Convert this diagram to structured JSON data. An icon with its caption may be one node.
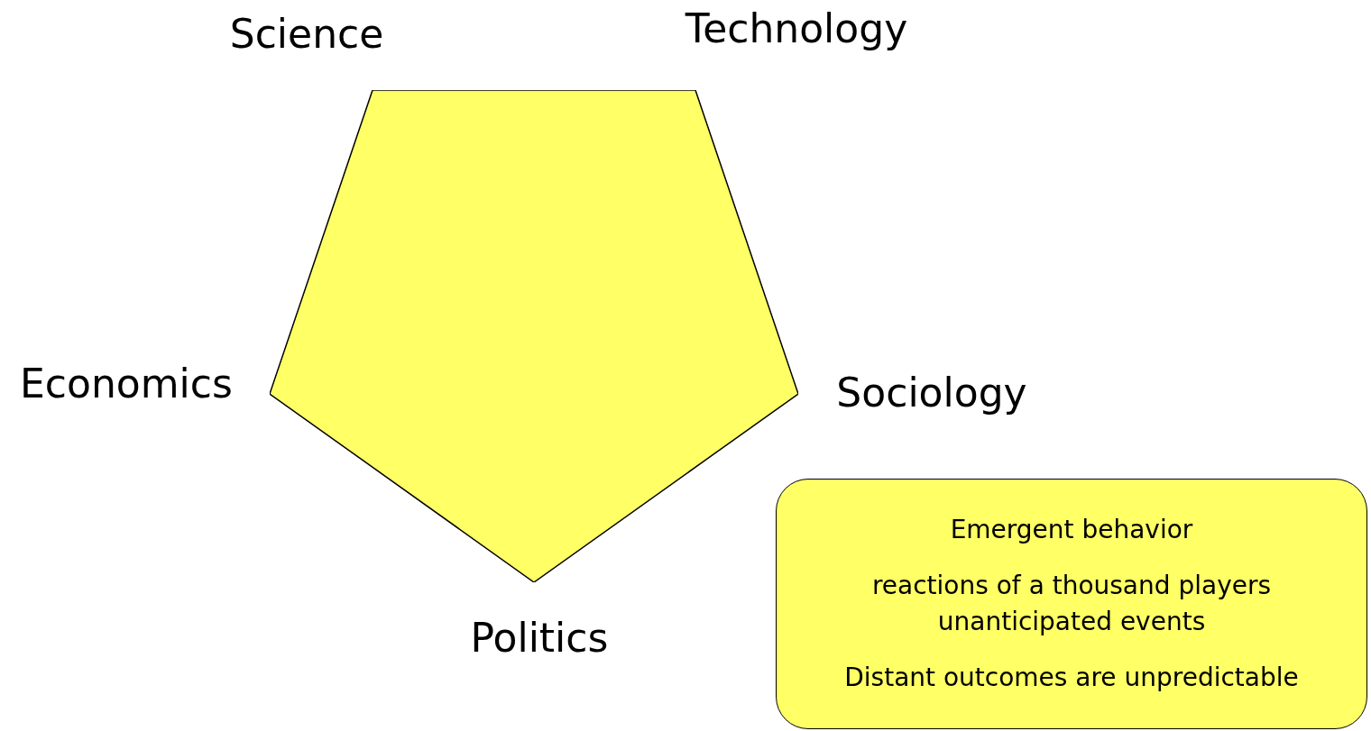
{
  "diagram": {
    "nodes": [
      {
        "text": [],
        "shape": "pentagon",
        "beside": [
          "Science",
          "Technology",
          "Economics",
          "Sociology",
          "Politics"
        ]
      },
      {
        "text": [
          "Emergent behavior",
          "reactions of a thousand players",
          "unanticipated events",
          "Distant outcomes are unpredictable"
        ]
      }
    ],
    "edges": []
  }
}
